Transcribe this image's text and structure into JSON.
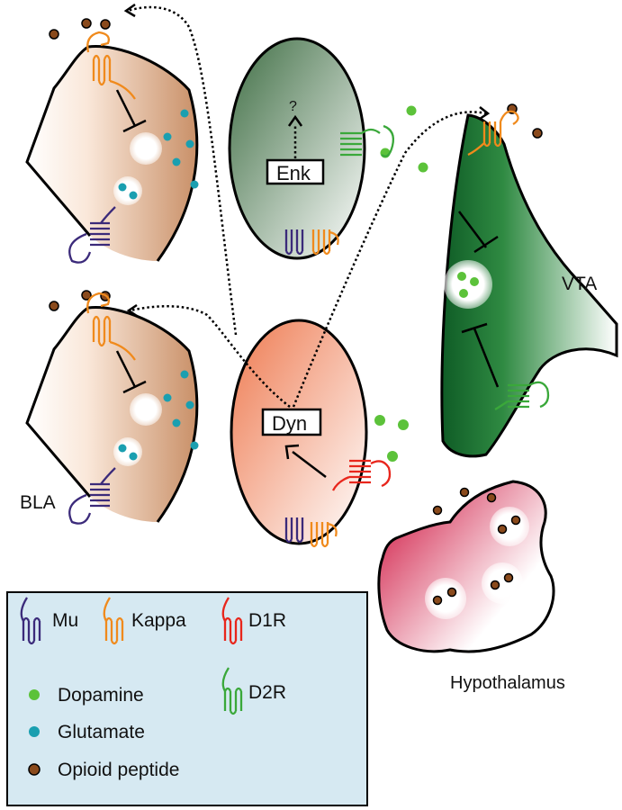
{
  "labels": {
    "enk": "Enk",
    "dyn": "Dyn",
    "question": "?",
    "bla": "BLA",
    "vta": "VTA",
    "hypothalamus": "Hypothalamus"
  },
  "legend": {
    "mu": "Mu",
    "kappa": "Kappa",
    "d1r": "D1R",
    "d2r": "D2R",
    "dopamine": "Dopamine",
    "glutamate": "Glutamate",
    "opioid": "Opioid peptide"
  },
  "colors": {
    "mu": "#3b2a7a",
    "kappa": "#f08a1c",
    "d1r": "#e8261c",
    "d2r": "#3aa83a",
    "dopamine": "#5cc23a",
    "glutamate": "#1a9fb0",
    "opioid": "#8a4a1c",
    "legend_bg": "#d6e9f2"
  }
}
